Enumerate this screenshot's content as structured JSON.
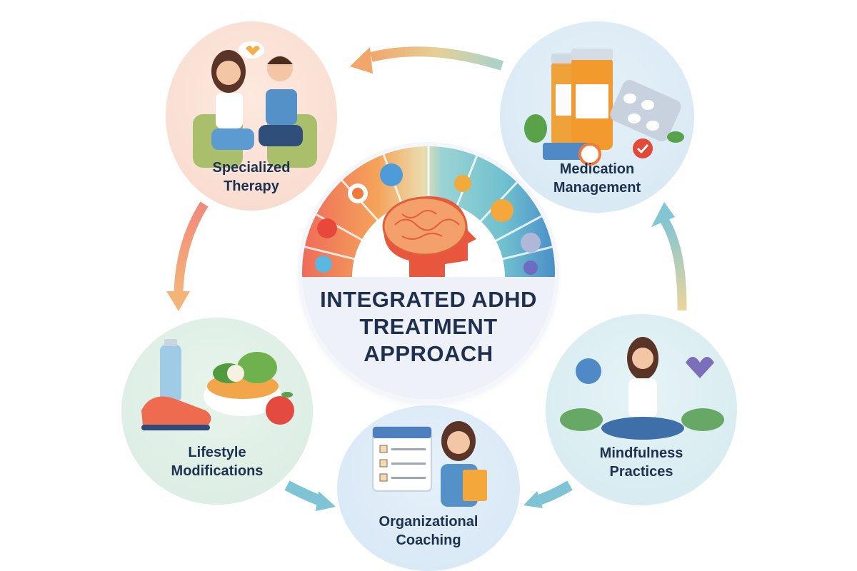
{
  "title": "Integrated ADHD Treatment Approach",
  "center": {
    "line1": "INTEGRATED ADHD",
    "line2": "TREATMENT",
    "line3": "APPROACH",
    "icon": "brain-head-icon"
  },
  "nodes": [
    {
      "id": "therapy",
      "line1": "Specialized",
      "line2": "Therapy",
      "icon": "therapy-conversation-icon",
      "bg": "#fbe4da"
    },
    {
      "id": "medication",
      "line1": "Medication",
      "line2": "Management",
      "icon": "medication-bottles-icon",
      "bg": "#dcebf5"
    },
    {
      "id": "mindfulness",
      "line1": "Mindfulness",
      "line2": "Practices",
      "icon": "meditation-icon",
      "bg": "#dbeef2"
    },
    {
      "id": "coaching",
      "line1": "Organizational",
      "line2": "Coaching",
      "icon": "checklist-coach-icon",
      "bg": "#dbeaf6"
    },
    {
      "id": "lifestyle",
      "line1": "Lifestyle",
      "line2": "Modifications",
      "icon": "healthy-lifestyle-icon",
      "bg": "#e2f0e8"
    }
  ],
  "flow": [
    "Medication Management → Specialized Therapy",
    "Specialized Therapy → Lifestyle Modifications",
    "Lifestyle Modifications → Organizational Coaching",
    "Mindfulness Practices → Organizational Coaching",
    "Mindfulness Practices → Medication Management"
  ],
  "colors": {
    "text_dark": "#1d3150",
    "arrow_orange": "#f2a66a",
    "arrow_coral": "#ef8b7b",
    "arrow_teal": "#7fc4d4",
    "arrow_sand": "#ecd59a"
  }
}
